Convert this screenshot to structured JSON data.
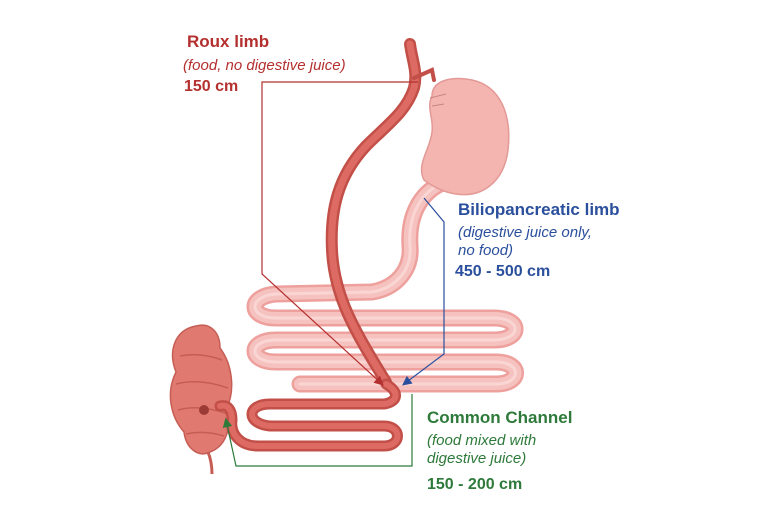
{
  "colors": {
    "roux": "#b4302f",
    "biliopancreatic": "#2a4f9c",
    "common_channel": "#2e7a3a",
    "roux_limb_tissue": "#d9675f",
    "biliopancreatic_limb_tissue": "#f2aaa8",
    "stomach": "#f4b5b1",
    "colon": "#e07a70"
  },
  "roux_limb": {
    "title": "Roux limb",
    "subtitle": "(food, no digestive juice)",
    "length": "150 cm"
  },
  "biliopancreatic_limb": {
    "title": "Biliopancreatic limb",
    "subtitle_line1": "(digestive juice only,",
    "subtitle_line2": "no food)",
    "length": "450 - 500 cm"
  },
  "common_channel": {
    "title": "Common Channel",
    "subtitle_line1": "(food mixed with",
    "subtitle_line2": "digestive juice)",
    "length": "150 - 200 cm"
  }
}
